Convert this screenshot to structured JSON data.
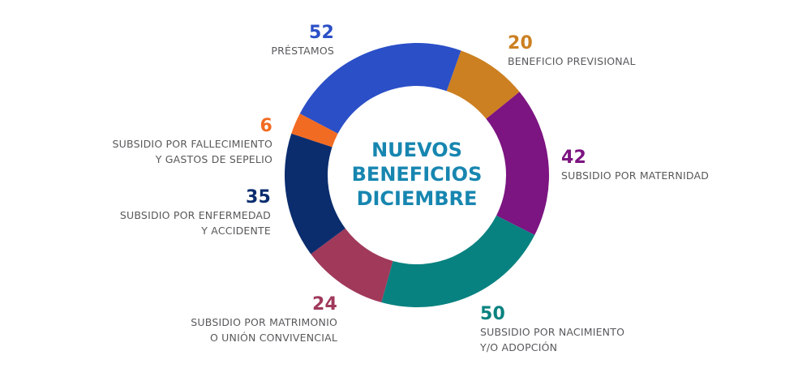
{
  "chart_data": {
    "type": "pie",
    "variant": "donut",
    "title": "NUEVOS BENEFICIOS DICIEMBRE",
    "title_lines": [
      "NUEVOS",
      "BENEFICIOS",
      "DICIEMBRE"
    ],
    "slices": [
      {
        "label": "BENEFICIO PREVISIONAL",
        "lines": [
          "BENEFICIO PREVISIONAL"
        ],
        "value": 20,
        "color": "#cc8022"
      },
      {
        "label": "SUBSIDIO POR MATERNIDAD",
        "lines": [
          "SUBSIDIO POR MATERNIDAD"
        ],
        "value": 42,
        "color": "#7c1481"
      },
      {
        "label": "SUBSIDIO POR NACIMIENTO Y/O ADOPCIÓN",
        "lines": [
          "SUBSIDIO POR NACIMIENTO",
          "Y/O ADOPCIÓN"
        ],
        "value": 50,
        "color": "#088280"
      },
      {
        "label": "SUBSIDIO POR MATRIMONIO O UNIÓN CONVIVENCIAL",
        "lines": [
          "SUBSIDIO POR MATRIMONIO",
          "O UNIÓN CONVIVENCIAL"
        ],
        "value": 24,
        "color": "#a0395a"
      },
      {
        "label": "SUBSIDIO POR ENFERMEDAD Y ACCIDENTE",
        "lines": [
          "SUBSIDIO POR ENFERMEDAD",
          "Y ACCIDENTE"
        ],
        "value": 35,
        "color": "#0b2d6e"
      },
      {
        "label": "SUBSIDIO POR FALLECIMIENTO Y GASTOS DE SEPELIO",
        "lines": [
          "SUBSIDIO POR FALLECIMIENTO",
          "Y GASTOS DE SEPELIO"
        ],
        "value": 6,
        "color": "#f26b22"
      },
      {
        "label": "PRÉSTAMOS",
        "lines": [
          "PRÉSTAMOS"
        ],
        "value": 52,
        "color": "#2b4fc7"
      }
    ]
  }
}
